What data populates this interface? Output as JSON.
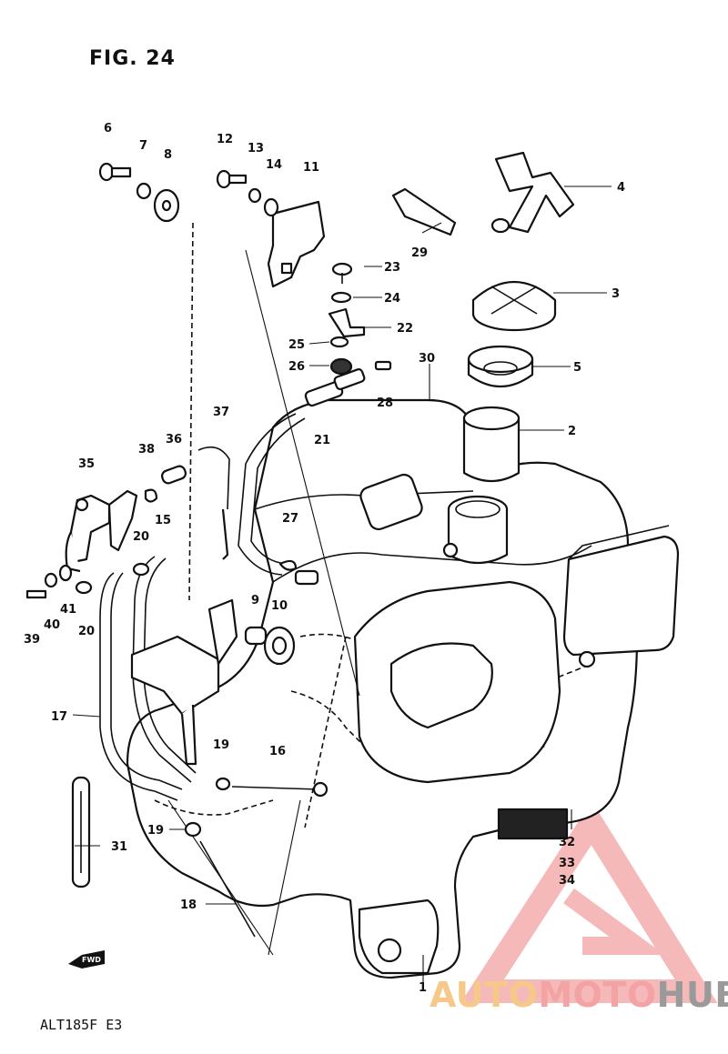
{
  "figure": {
    "title": "FIG. 24",
    "model_code": "ALT185F E3"
  },
  "callouts": [
    "1",
    "2",
    "3",
    "4",
    "5",
    "6",
    "7",
    "8",
    "9",
    "10",
    "11",
    "12",
    "13",
    "14",
    "15",
    "16",
    "17",
    "18",
    "19",
    "19",
    "20",
    "20",
    "21",
    "22",
    "23",
    "24",
    "25",
    "26",
    "27",
    "28",
    "29",
    "30",
    "31",
    "32",
    "33",
    "34",
    "35",
    "36",
    "37",
    "38",
    "39",
    "40",
    "41"
  ],
  "fwd_label": "FWD",
  "watermark": {
    "part1": "AUTO",
    "part2": "MOTO",
    "part3": "HUB",
    "color_red": "#f08080",
    "color_orange": "#f6c98a",
    "color_gray": "#9a9a9a"
  }
}
